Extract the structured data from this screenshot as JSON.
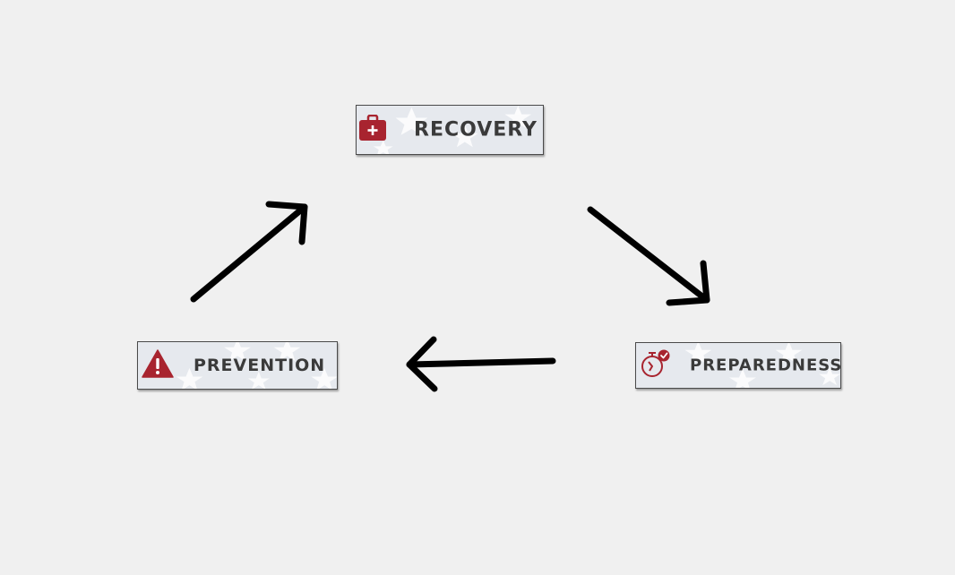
{
  "diagram": {
    "nodes": {
      "recovery": {
        "label": "RECOVERY",
        "icon": "first-aid-kit-icon"
      },
      "prevention": {
        "label": "PREVENTION",
        "icon": "warning-icon"
      },
      "preparedness": {
        "label": "PREPAREDNESS",
        "icon": "stopwatch-check-icon"
      }
    },
    "edges": [
      {
        "from": "prevention",
        "to": "recovery"
      },
      {
        "from": "recovery",
        "to": "preparedness"
      },
      {
        "from": "preparedness",
        "to": "prevention"
      }
    ]
  },
  "colors": {
    "background": "#f0f0f0",
    "node_fill": "#e6e9ee",
    "node_border": "#4a4a4a",
    "icon_red": "#a8242f",
    "label_text": "#3a3a3a",
    "arrow": "#000000"
  }
}
